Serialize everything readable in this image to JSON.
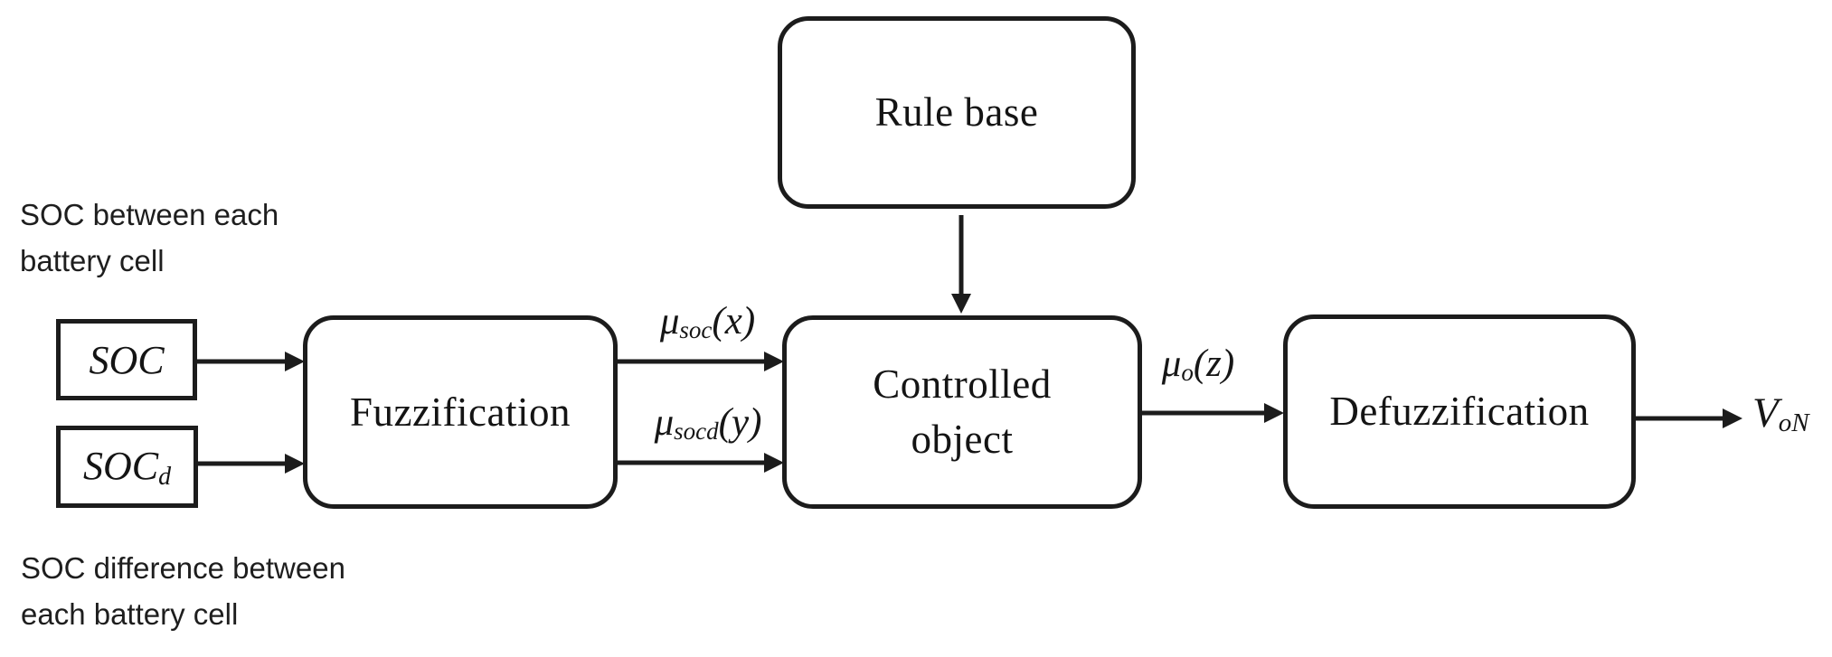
{
  "figure": {
    "title_semantic": "fuzzy-logic-controller-block-diagram",
    "colors": {
      "line": "#1c1c1c",
      "background": "#ffffff",
      "text": "#161616"
    },
    "annotations": {
      "soc_between": {
        "line1": "SOC between each",
        "line2": "battery cell"
      },
      "soc_difference": {
        "line1": "SOC difference between",
        "line2": "each battery cell"
      }
    },
    "inputs": {
      "soc": {
        "label": "SOC",
        "sub": ""
      },
      "socd": {
        "label": "SOC",
        "sub": "d"
      }
    },
    "blocks": {
      "rule_base": {
        "label": "Rule base"
      },
      "fuzzification": {
        "label": "Fuzzification"
      },
      "controlled_object": {
        "line1": "Controlled",
        "line2": "object"
      },
      "defuzzification": {
        "label": "Defuzzification"
      }
    },
    "signals": {
      "mu_soc": {
        "mu": "μ",
        "sub": "soc",
        "arg": "(x)"
      },
      "mu_socd": {
        "mu": "μ",
        "sub": "socd",
        "arg": "(y)"
      },
      "mu_o": {
        "mu": "μ",
        "sub": "o",
        "arg": "(z)"
      },
      "output": {
        "base": "V",
        "sub": "oN"
      }
    }
  }
}
